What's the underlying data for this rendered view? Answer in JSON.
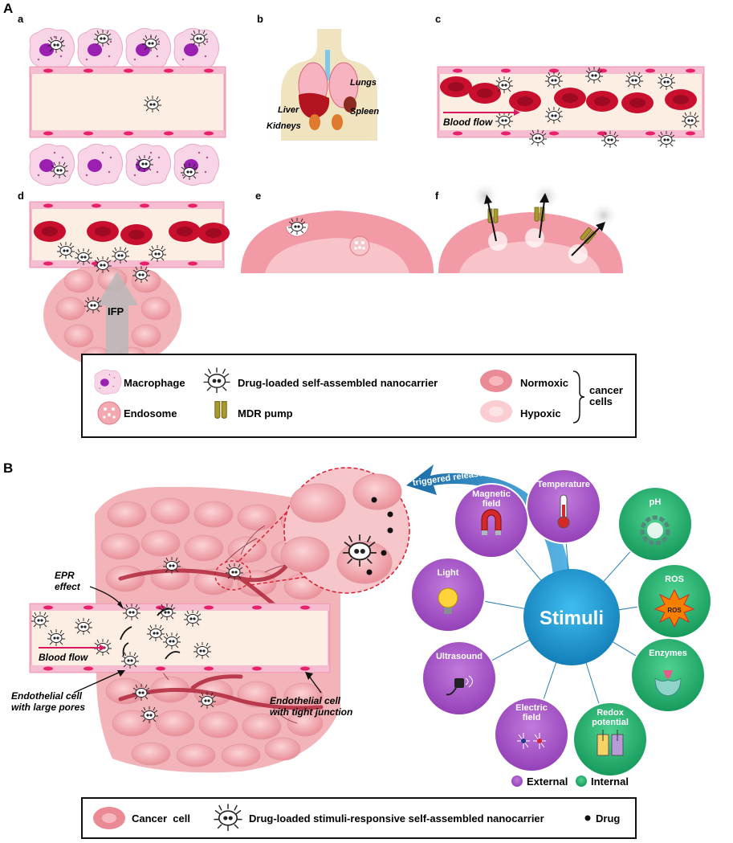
{
  "panel_a": {
    "label": "A",
    "sub": [
      "a",
      "b",
      "c",
      "d",
      "e",
      "f"
    ],
    "organs": {
      "lungs": "Lungs",
      "liver": "Liver",
      "spleen": "Spleen",
      "kidneys": "Kidneys"
    },
    "blood_flow": "Blood flow",
    "ifp": "IFP",
    "legend": {
      "macrophage": "Macrophage",
      "nanocarrier": "Drug-loaded self-assembled nanocarrier",
      "normoxic": "Normoxic",
      "endosome": "Endosome",
      "mdr_pump": "MDR pump",
      "hypoxic": "Hypoxic",
      "cancer_cells": "cancer\ncells"
    }
  },
  "panel_b": {
    "label": "B",
    "epr_effect": "EPR\neffect",
    "blood_flow": "Blood flow",
    "endo_large": "Endothelial cell\nwith large pores",
    "endo_tight": "Endothelial cell\nwith tight junction",
    "triggered_release": "triggered release",
    "center": "Stimuli",
    "stimuli": [
      {
        "label": "Temperature",
        "kind": "external",
        "icon": "thermometer-icon"
      },
      {
        "label": "pH",
        "kind": "internal",
        "icon": "ph-wheel-icon"
      },
      {
        "label": "ROS",
        "kind": "internal",
        "icon": "ros-burst-icon"
      },
      {
        "label": "Enzymes",
        "kind": "internal",
        "icon": "enzyme-icon"
      },
      {
        "label": "Redox\npotential",
        "kind": "internal",
        "icon": "beaker-icon"
      },
      {
        "label": "Electric\nfield",
        "kind": "external",
        "icon": "electric-field-icon"
      },
      {
        "label": "Ultrasound",
        "kind": "external",
        "icon": "ultrasound-probe-icon"
      },
      {
        "label": "Light",
        "kind": "external",
        "icon": "light-bulb-icon"
      },
      {
        "label": "Magnetic\nfield",
        "kind": "external",
        "icon": "magnet-icon"
      }
    ],
    "ros_inner": "ROS",
    "kind_legend": {
      "external": "External",
      "internal": "Internal"
    },
    "legend": {
      "cancer_cell": "Cancer  cell",
      "nanocarrier": "Drug-loaded stimuli-responsive self-assembled nanocarrier",
      "drug": "Drug"
    }
  },
  "colors": {
    "external": "#a855c8",
    "internal": "#22b573",
    "center": "#1e9fd6",
    "vessel_wall": "#f0a0b8",
    "rbc": "#c8102e",
    "tissue": "#f2a6ae",
    "pump": "#a99a2a",
    "arrow_blue": "#1f6fa8"
  }
}
